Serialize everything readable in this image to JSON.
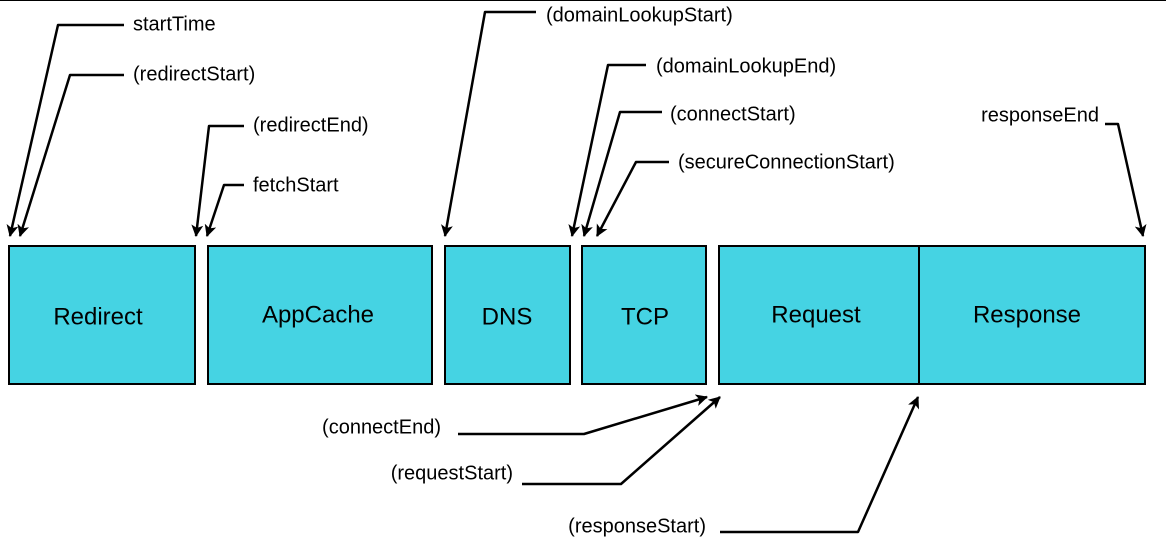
{
  "colors": {
    "box_fill": "#45d3e3",
    "line": "#000000",
    "background": "#ffffff"
  },
  "stages": [
    {
      "id": "redirect",
      "label": "Redirect"
    },
    {
      "id": "appcache",
      "label": "AppCache"
    },
    {
      "id": "dns",
      "label": "DNS"
    },
    {
      "id": "tcp",
      "label": "TCP"
    },
    {
      "id": "request",
      "label": "Request"
    },
    {
      "id": "response",
      "label": "Response"
    }
  ],
  "events": {
    "start_time": "startTime",
    "redirect_start": "(redirectStart)",
    "redirect_end": "(redirectEnd)",
    "fetch_start": "fetchStart",
    "domain_lookup_start": "(domainLookupStart)",
    "domain_lookup_end": "(domainLookupEnd)",
    "connect_start": "(connectStart)",
    "secure_connection_start": "(secureConnectionStart)",
    "response_end": "responseEnd",
    "connect_end": "(connectEnd)",
    "request_start": "(requestStart)",
    "response_start": "(responseStart)"
  }
}
